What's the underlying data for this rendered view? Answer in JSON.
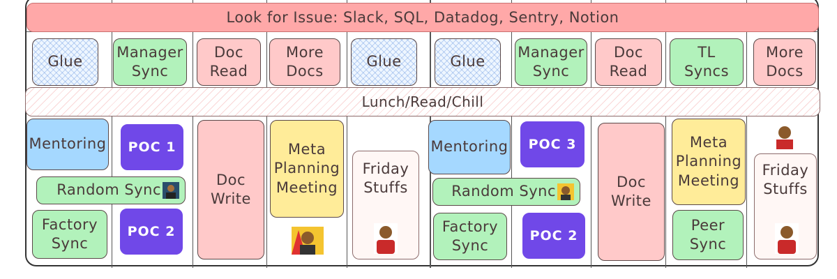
{
  "banner": {
    "issue": "Look for Issue: Slack, SQL, Datadog, Sentry, Notion"
  },
  "row1": [
    "Glue",
    "Manager\nSync",
    "Doc\nRead",
    "More\nDocs",
    "Glue",
    "Glue",
    "Manager\nSync",
    "Doc\nRead",
    "TL\nSyncs",
    "More\nDocs"
  ],
  "lunch": "Lunch/Read/Chill",
  "week1": {
    "mentoring": "Mentoring",
    "poc1": "POC 1",
    "random_sync": "Random Sync",
    "factory_sync": "Factory\nSync",
    "poc2": "POC 2",
    "doc_write": "Doc\nWrite",
    "meta_planning": "Meta\nPlanning\nMeeting",
    "friday_stuffs": "Friday\nStuffs"
  },
  "week2": {
    "mentoring": "Mentoring",
    "poc3": "POC 3",
    "random_sync": "Random Sync",
    "factory_sync": "Factory\nSync",
    "poc2": "POC 2",
    "doc_write": "Doc\nWrite",
    "meta_planning": "Meta\nPlanning\nMeeting",
    "peer_sync": "Peer\nSync",
    "friday_stuffs": "Friday\nStuffs"
  },
  "colors": {
    "pink": "#ffc9c9",
    "green": "#b2f2bb",
    "blue": "#a5d8ff",
    "yellow": "#ffec99",
    "purple": "#7048e8",
    "issue": "#ffa8a8"
  },
  "icons": {
    "avatar": "person-avatar-icon"
  }
}
